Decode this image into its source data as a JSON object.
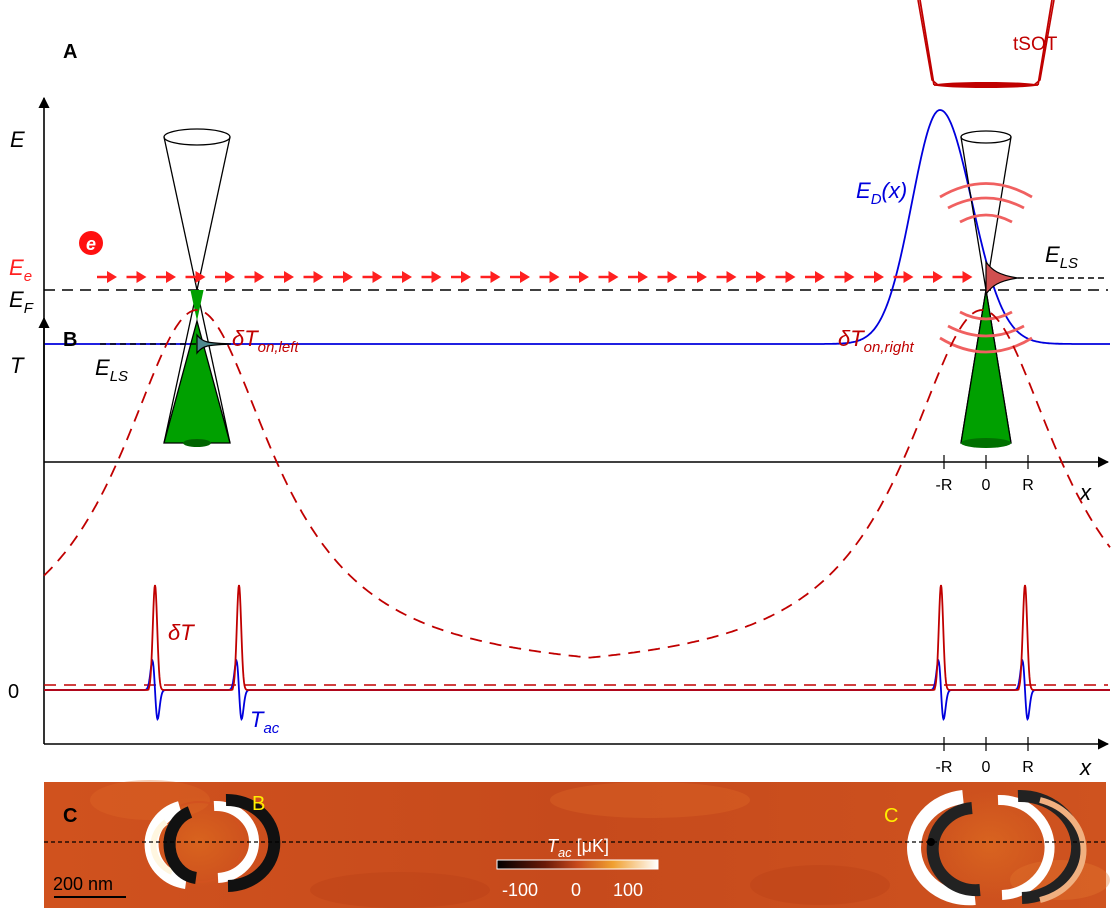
{
  "panelA": {
    "panel_label": "A",
    "y_axis": "E",
    "x_axis": "x",
    "electron_symbol": "e",
    "Ee_main": "E",
    "Ee_sub": "e",
    "EF_main": "E",
    "EF_sub": "F",
    "ELS_left_main": "E",
    "ELS_left_sub": "LS",
    "ELS_right_main": "E",
    "ELS_right_sub": "LS",
    "ED_main": "E",
    "ED_sub": "D",
    "ED_tail": "(x)",
    "tip_label": "tSOT",
    "ticks": [
      "-R",
      "0",
      "R"
    ]
  },
  "panelB": {
    "panel_label": "B",
    "y_axis": "T",
    "x_axis": "x",
    "zero": "0",
    "dT": "δT",
    "dTon_left_main": "δT",
    "dTon_left_sub": "on,left",
    "dTon_right_main": "δT",
    "dTon_right_sub": "on,right",
    "Tac_main": "T",
    "Tac_sub": "ac",
    "ticks": [
      "-R",
      "0",
      "R"
    ]
  },
  "panelC": {
    "panel_label": "C",
    "marker_B": "B",
    "marker_C": "C",
    "colorbar_main": "T",
    "colorbar_sub": "ac",
    "colorbar_unit": " [μK]",
    "colorbar_ticks": [
      "-100",
      "0",
      "100"
    ],
    "scalebar": "200 nm"
  },
  "colors": {
    "red": "#c00000",
    "arrow_red": "#ff2020",
    "blue": "#0000dd",
    "green": "#00a000",
    "map_bg": "#c8491c"
  }
}
